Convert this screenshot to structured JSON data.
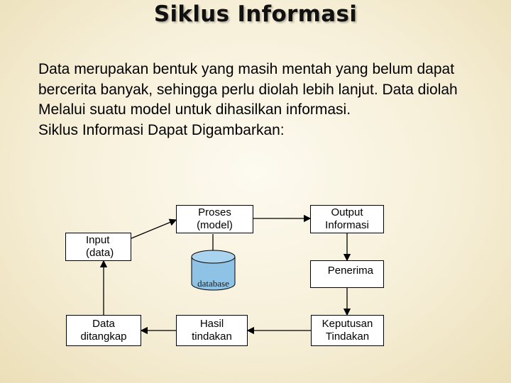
{
  "title": "Siklus Informasi",
  "paragraphs": [
    "Data merupakan bentuk yang masih mentah yang belum dapat",
    "bercerita banyak, sehingga perlu diolah lebih lanjut. Data diolah",
    "Melalui suatu model untuk dihasilkan informasi.",
    "Siklus Informasi Dapat Digambarkan:"
  ],
  "diagram": {
    "proses": "Proses\n(model)",
    "output": "Output\nInformasi",
    "input": "Input\n(data)",
    "penerima": "Penerima",
    "database": "database",
    "data_ditangkap": "Data\nditangkap",
    "hasil_tindakan": "Hasil\ntindakan",
    "keputusan_tindakan": "Keputusan\nTindakan"
  },
  "colors": {
    "database_fill": "#8fc3e6",
    "database_top": "#a9d3ef",
    "background": "#f6efd8"
  }
}
